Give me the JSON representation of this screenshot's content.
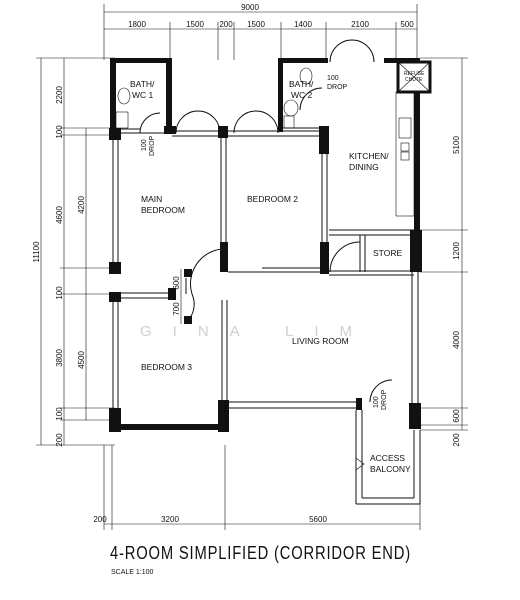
{
  "title": "4-ROOM SIMPLIFIED (CORRIDOR END)",
  "scale": "SCALE  1:100",
  "watermark": "GINA LIM",
  "rooms": {
    "bath1": [
      "BATH/",
      "WC  1"
    ],
    "bath2": [
      "BATH/",
      "WC  2"
    ],
    "main_bedroom": [
      "MAIN",
      "BEDROOM"
    ],
    "bedroom2": "BEDROOM  2",
    "kitchen": [
      "KITCHEN/",
      "DINING"
    ],
    "store": "STORE",
    "living": "LIVING  ROOM",
    "bedroom3": "BEDROOM  3",
    "access_balcony": [
      "ACCESS",
      "BALCONY"
    ],
    "refuse_chute": [
      "REFUSE",
      "CHUTE"
    ]
  },
  "drops": {
    "bath1": [
      "100",
      "DROP"
    ],
    "bath2": [
      "100",
      "DROP"
    ],
    "balcony": [
      "100",
      "DROP"
    ]
  },
  "dims_top": {
    "overall": "9000",
    "segments": [
      "1800",
      "1500",
      "200",
      "1500",
      "1400",
      "2100",
      "500"
    ]
  },
  "dims_bottom": [
    "200",
    "3200",
    "5600"
  ],
  "dims_left_outer": [
    "2200",
    "100",
    "4600",
    "100",
    "3800",
    "100",
    "200"
  ],
  "dims_left_inner": [
    "4200",
    "4500"
  ],
  "dims_left_overall": "11100",
  "dims_right": [
    "5100",
    "1200",
    "4000",
    "600",
    "200"
  ],
  "dims_interior": [
    "600",
    "700"
  ]
}
